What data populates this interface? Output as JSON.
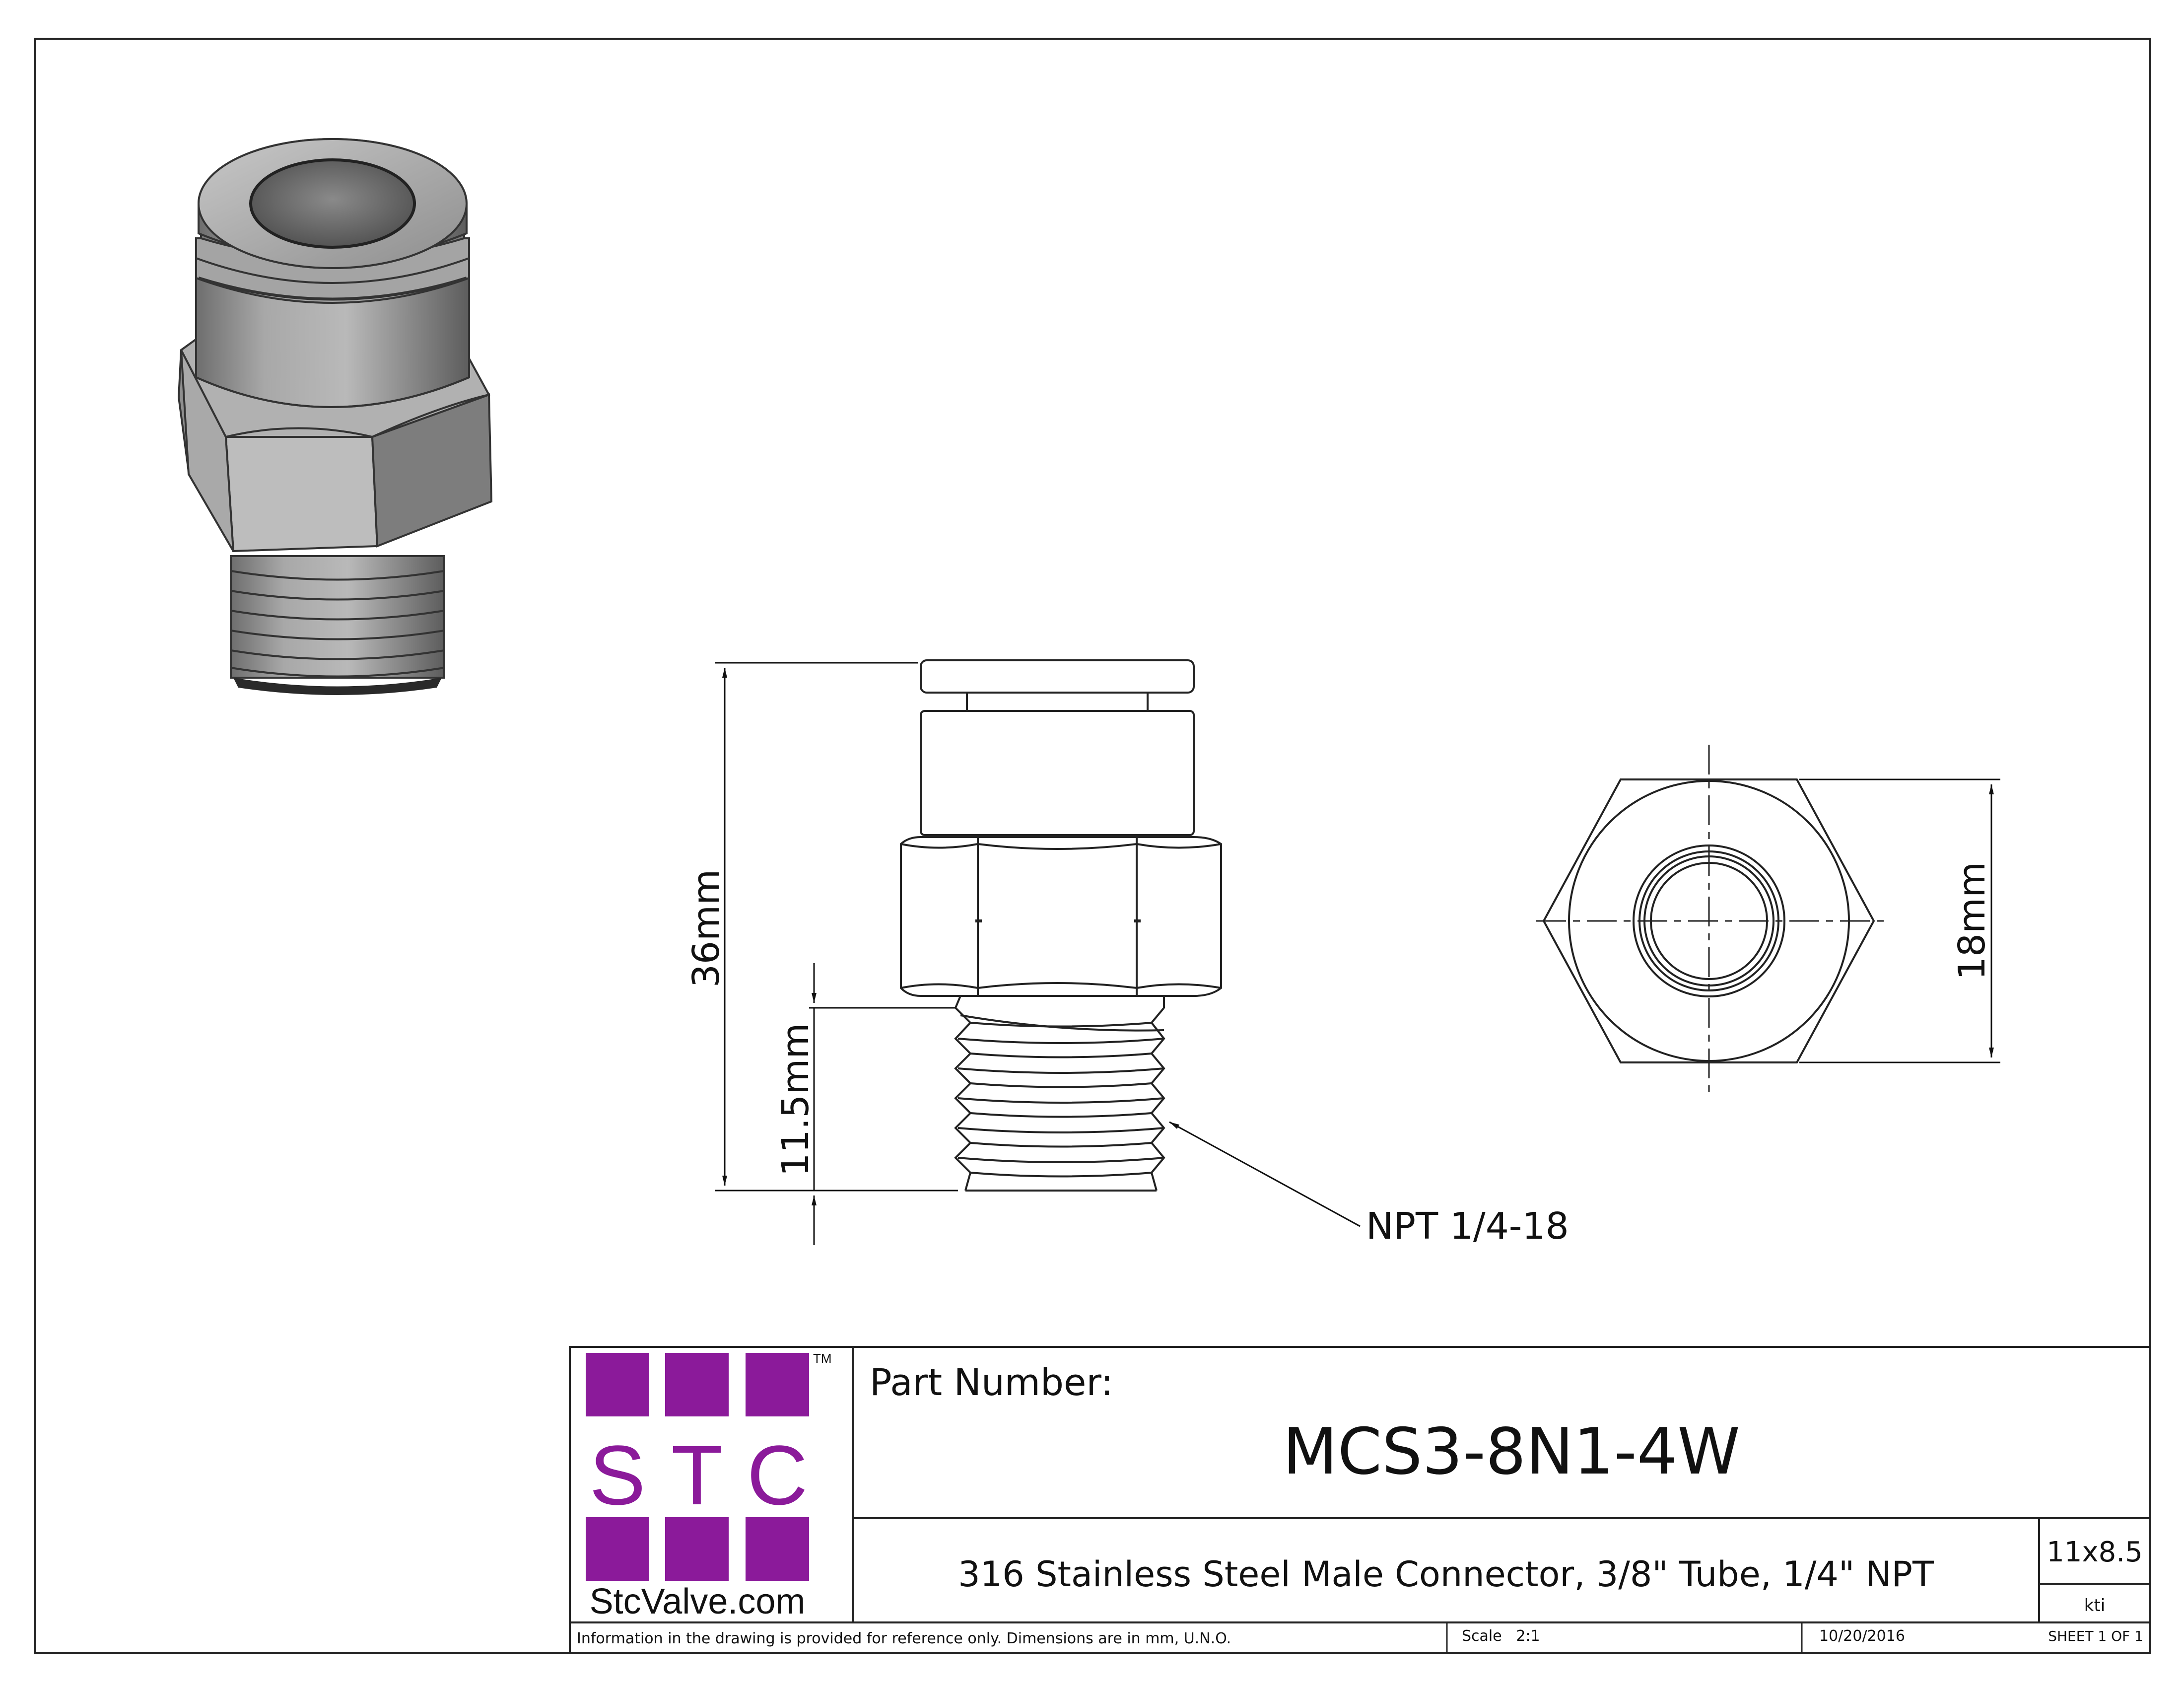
{
  "dimensions": {
    "overall_length": "36mm",
    "thread_length": "11.5mm",
    "hex_across_flats": "18mm",
    "thread_callout": "NPT 1/4-18"
  },
  "logo": {
    "letters": [
      "S",
      "T",
      "C"
    ],
    "trademark": "TM",
    "website": "StcValve.com",
    "color": "#8b1a9a"
  },
  "title_block": {
    "part_number_label": "Part Number:",
    "part_number": "MCS3-8N1-4W",
    "description": "316 Stainless Steel Male Connector, 3/8\" Tube, 1/4\" NPT",
    "sheet_size": "11x8.5",
    "drawn_by": "kti",
    "disclaimer": "Information in the drawing is provided for reference only. Dimensions are in mm, U.N.O.",
    "scale": "Scale   2:1",
    "date": "10/20/2016",
    "sheet": "SHEET 1 OF 1"
  }
}
